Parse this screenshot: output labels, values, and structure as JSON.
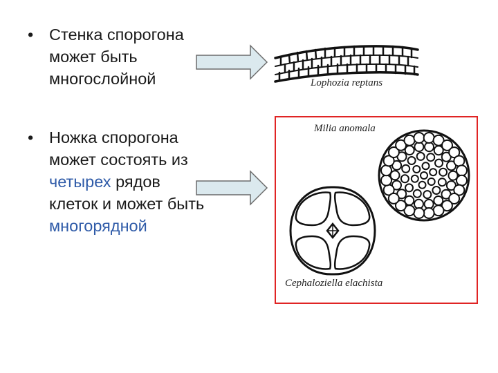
{
  "bullets": [
    {
      "symbol": "•",
      "lines": [
        [
          {
            "text": "Стенка спорогона",
            "highlight": false
          }
        ],
        [
          {
            "text": "может быть",
            "highlight": false
          }
        ],
        [
          {
            "text": "многослойной",
            "highlight": false
          }
        ]
      ]
    },
    {
      "symbol": "•",
      "lines": [
        [
          {
            "text": "Ножка спорогона",
            "highlight": false
          }
        ],
        [
          {
            "text": "может состоять из",
            "highlight": false
          }
        ],
        [
          {
            "text": "четырех",
            "highlight": true
          },
          {
            "text": " рядов",
            "highlight": false
          }
        ],
        [
          {
            "text": "клеток и может быть",
            "highlight": false
          }
        ],
        [
          {
            "text": "многорядной",
            "highlight": true
          }
        ]
      ]
    }
  ],
  "figures": {
    "lophozia_caption": "Lophozia reptans",
    "milia_caption": "Milia anomala",
    "cephaloziella_caption": "Cephaloziella elachista"
  },
  "colors": {
    "text": "#1a1a1a",
    "highlight_text": "#2f5ba8",
    "arrow_fill": "#dbe9ee",
    "panel_border": "#e02424"
  }
}
